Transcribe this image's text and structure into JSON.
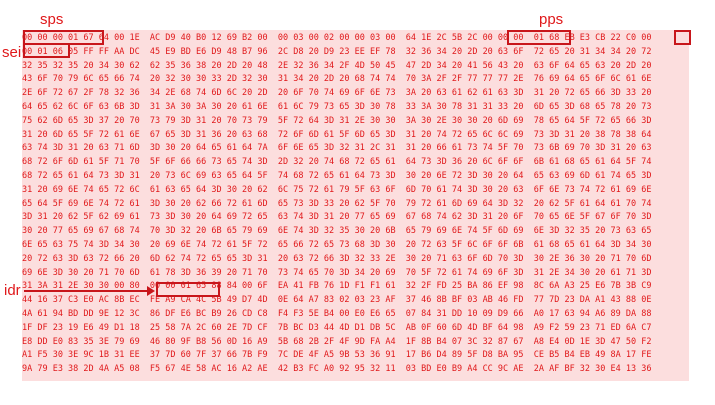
{
  "labels": {
    "sps": "sps",
    "pps": "pps",
    "sei": "sei",
    "idr": "idr"
  },
  "colors": {
    "accent": "#e0191b",
    "box": "#c8161b",
    "background": "#fcdede"
  },
  "hex_rows": [
    "00 00 00 01 67 64 00 1E  AC D9 40 B0 12 69 B2 00  00 03 00 02 00 00 03 00  64 1E 2C 5B 2C 00 00 00  01 68 EB E3 CB 22 C0 00",
    "00 01 06 05 FF FF AA DC  45 E9 BD E6 D9 48 B7 96  2C D8 20 D9 23 EE EF 78  32 36 34 20 2D 20 63 6F  72 65 20 31 34 34 20 72",
    "32 35 32 35 20 34 30 62  62 35 36 38 20 2D 20 48  2E 32 36 34 2F 4D 50 45  47 2D 34 20 41 56 43 20  63 6F 64 65 63 20 2D 20",
    "43 6F 70 79 6C 65 66 74  20 32 30 30 33 2D 32 30  31 34 20 2D 20 68 74 74  70 3A 2F 2F 77 77 77 2E  76 69 64 65 6F 6C 61 6E",
    "2E 6F 72 67 2F 78 32 36  34 2E 68 74 6D 6C 20 2D  20 6F 70 74 69 6F 6E 73  3A 20 63 61 62 61 63 3D  31 20 72 65 66 3D 33 20",
    "64 65 62 6C 6F 63 6B 3D  31 3A 30 3A 30 20 61 6E  61 6C 79 73 65 3D 30 78  33 3A 30 78 31 31 33 20  6D 65 3D 68 65 78 20 73",
    "75 62 6D 65 3D 37 20 70  73 79 3D 31 20 70 73 79  5F 72 64 3D 31 2E 30 30  3A 30 2E 30 30 20 6D 69  78 65 64 5F 72 65 66 3D",
    "31 20 6D 65 5F 72 61 6E  67 65 3D 31 36 20 63 68  72 6F 6D 61 5F 6D 65 3D  31 20 74 72 65 6C 6C 69  73 3D 31 20 38 78 38 64",
    "63 74 3D 31 20 63 71 6D  3D 30 20 64 65 61 64 7A  6F 6E 65 3D 32 31 2C 31  31 20 66 61 73 74 5F 70  73 6B 69 70 3D 31 20 63",
    "68 72 6F 6D 61 5F 71 70  5F 6F 66 66 73 65 74 3D  2D 32 20 74 68 72 65 61  64 73 3D 36 20 6C 6F 6F  6B 61 68 65 61 64 5F 74",
    "68 72 65 61 64 73 3D 31  20 73 6C 69 63 65 64 5F  74 68 72 65 61 64 73 3D  30 20 6E 72 3D 30 20 64  65 63 69 6D 61 74 65 3D",
    "31 20 69 6E 74 65 72 6C  61 63 65 64 3D 30 20 62  6C 75 72 61 79 5F 63 6F  6D 70 61 74 3D 30 20 63  6F 6E 73 74 72 61 69 6E",
    "65 64 5F 69 6E 74 72 61  3D 30 20 62 66 72 61 6D  65 73 3D 33 20 62 5F 70  79 72 61 6D 69 64 3D 32  20 62 5F 61 64 61 70 74",
    "3D 31 20 62 5F 62 69 61  73 3D 30 20 64 69 72 65  63 74 3D 31 20 77 65 69  67 68 74 62 3D 31 20 6F  70 65 6E 5F 67 6F 70 3D",
    "30 20 77 65 69 67 68 74  70 3D 32 20 6B 65 79 69  6E 74 3D 32 35 30 20 6B  65 79 69 6E 74 5F 6D 69  6E 3D 32 35 20 73 63 65",
    "6E 65 63 75 74 3D 34 30  20 69 6E 74 72 61 5F 72  65 66 72 65 73 68 3D 30  20 72 63 5F 6C 6F 6F 6B  61 68 65 61 64 3D 34 30",
    "20 72 63 3D 63 72 66 20  6D 62 74 72 65 65 3D 31  20 63 72 66 3D 32 33 2E  30 20 71 63 6F 6D 70 3D  30 2E 36 30 20 71 70 6D",
    "69 6E 3D 30 20 71 70 6D  61 78 3D 36 39 20 71 70  73 74 65 70 3D 34 20 69  70 5F 72 61 74 69 6F 3D  31 2E 34 30 20 61 71 3D",
    "31 3A 31 2E 30 30 00 80  00 00 01 65 88 84 00 6F  EA 41 FB 76 1D F1 F1 61  32 2F FD 25 BA 86 EF 98  8C 6A A3 25 E6 7B 3B C9",
    "44 16 37 C3 E0 AC 8B EC  FE A9 CA 4C 5B 49 D7 4D  0E 64 A7 83 02 03 23 AF  37 46 8B BF 03 AB 46 FD  77 7D 23 DA A1 43 88 0E",
    "4A 61 94 BD DD 9E 12 3C  86 DF E6 BC B9 26 CD C8  F4 F3 5E B4 00 E0 E6 65  07 84 31 DD 10 09 D9 66  A0 17 63 94 A6 89 DA 88",
    "1F DF 23 19 E6 49 D1 18  25 58 7A 2C 60 2E 7D CF  7B BC D3 44 4D D1 DB 5C  AB 0F 60 6D 4D BF 64 98  A9 F2 59 23 71 ED 6A C7",
    "E8 DD E0 83 35 3E 79 69  46 80 9F B8 56 0D 16 A9  5B 68 2B 2F 4F 9D FA A4  1F 8B B4 07 3C 32 87 67  A8 E4 0D 1E 3D 47 50 F2",
    "A1 F5 30 3E 9C 1B 31 EE  37 7D 60 7F 37 66 7B F9  7C DE 4F A5 9B 53 36 91  17 B6 D4 89 5F D8 BA 95  CE B5 B4 EB 49 8A 17 FE",
    "9A 79 E3 38 2D 4A A5 08  F5 67 4E 58 AC 16 A2 AE  42 B3 FC A0 92 95 32 11  03 BD E0 B9 A4 CC 9C AE  2A AF BF 32 30 E4 13 36"
  ]
}
